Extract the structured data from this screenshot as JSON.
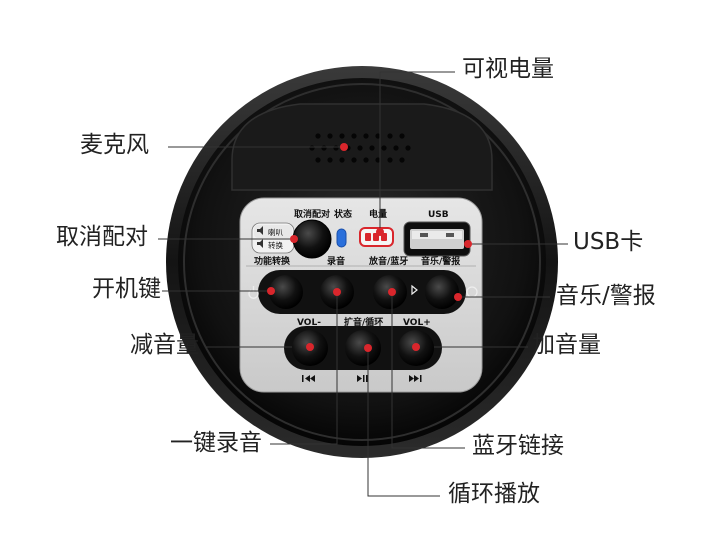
{
  "callouts": {
    "battery": "可视电量",
    "mic": "麦克风",
    "pair": "取消配对",
    "usb": "USB卡",
    "power": "开机键",
    "music_alarm": "音乐/警报",
    "vol_down": "减音量",
    "vol_up": "加音量",
    "record": "一键录音",
    "bluetooth": "蓝牙链接",
    "loop": "循环播放"
  },
  "panel": {
    "pair_label": "取消配对",
    "status_label": "状态",
    "battery_label": "电量",
    "usb_label": "USB",
    "mode_label": "功能转换",
    "record_label": "录音",
    "bt_label": "放音/蓝牙",
    "music_label": "音乐/警报",
    "vol_minus_label": "VOL-",
    "amp_loop_label": "扩音/循环",
    "vol_plus_label": "VOL+",
    "mode_line1": "喇叭",
    "mode_line2": "转换"
  },
  "colors": {
    "accent_red": "#d9262c",
    "status_blue": "#2a6fdb",
    "body_black": "#121212",
    "panel_gray": "#d8d8d8"
  },
  "icons": {
    "prev": "skip-previous-icon",
    "play_pause": "play-pause-icon",
    "next": "skip-next-icon",
    "bluetooth": "bluetooth-icon",
    "power": "power-icon"
  }
}
